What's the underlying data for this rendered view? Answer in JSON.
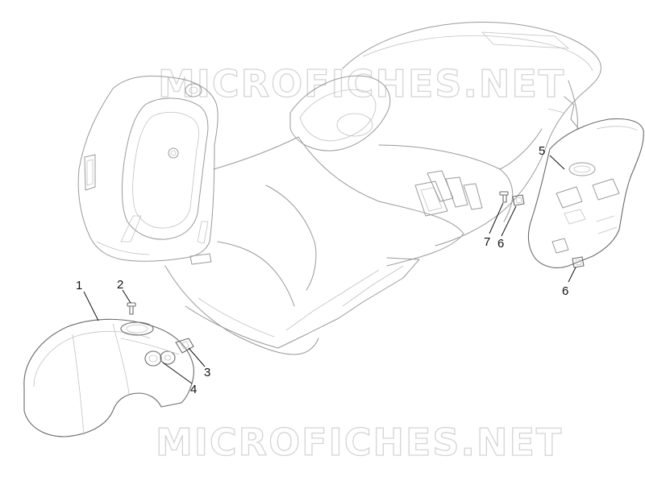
{
  "watermark": {
    "top_text": "MICROFICHES.NET",
    "bottom_text": "MICROFICHES.NET"
  },
  "callouts": [
    {
      "id": "c1",
      "label": "1"
    },
    {
      "id": "c2",
      "label": "2"
    },
    {
      "id": "c3",
      "label": "3"
    },
    {
      "id": "c4",
      "label": "4"
    },
    {
      "id": "c5",
      "label": "5"
    },
    {
      "id": "c6a",
      "label": "6"
    },
    {
      "id": "c6b",
      "label": "6"
    },
    {
      "id": "c7",
      "label": "7"
    }
  ],
  "colors": {
    "line_art": "#9a9a9a",
    "watermark_outline": "#d4d4d4",
    "callout_text": "#111111",
    "background": "#ffffff"
  }
}
